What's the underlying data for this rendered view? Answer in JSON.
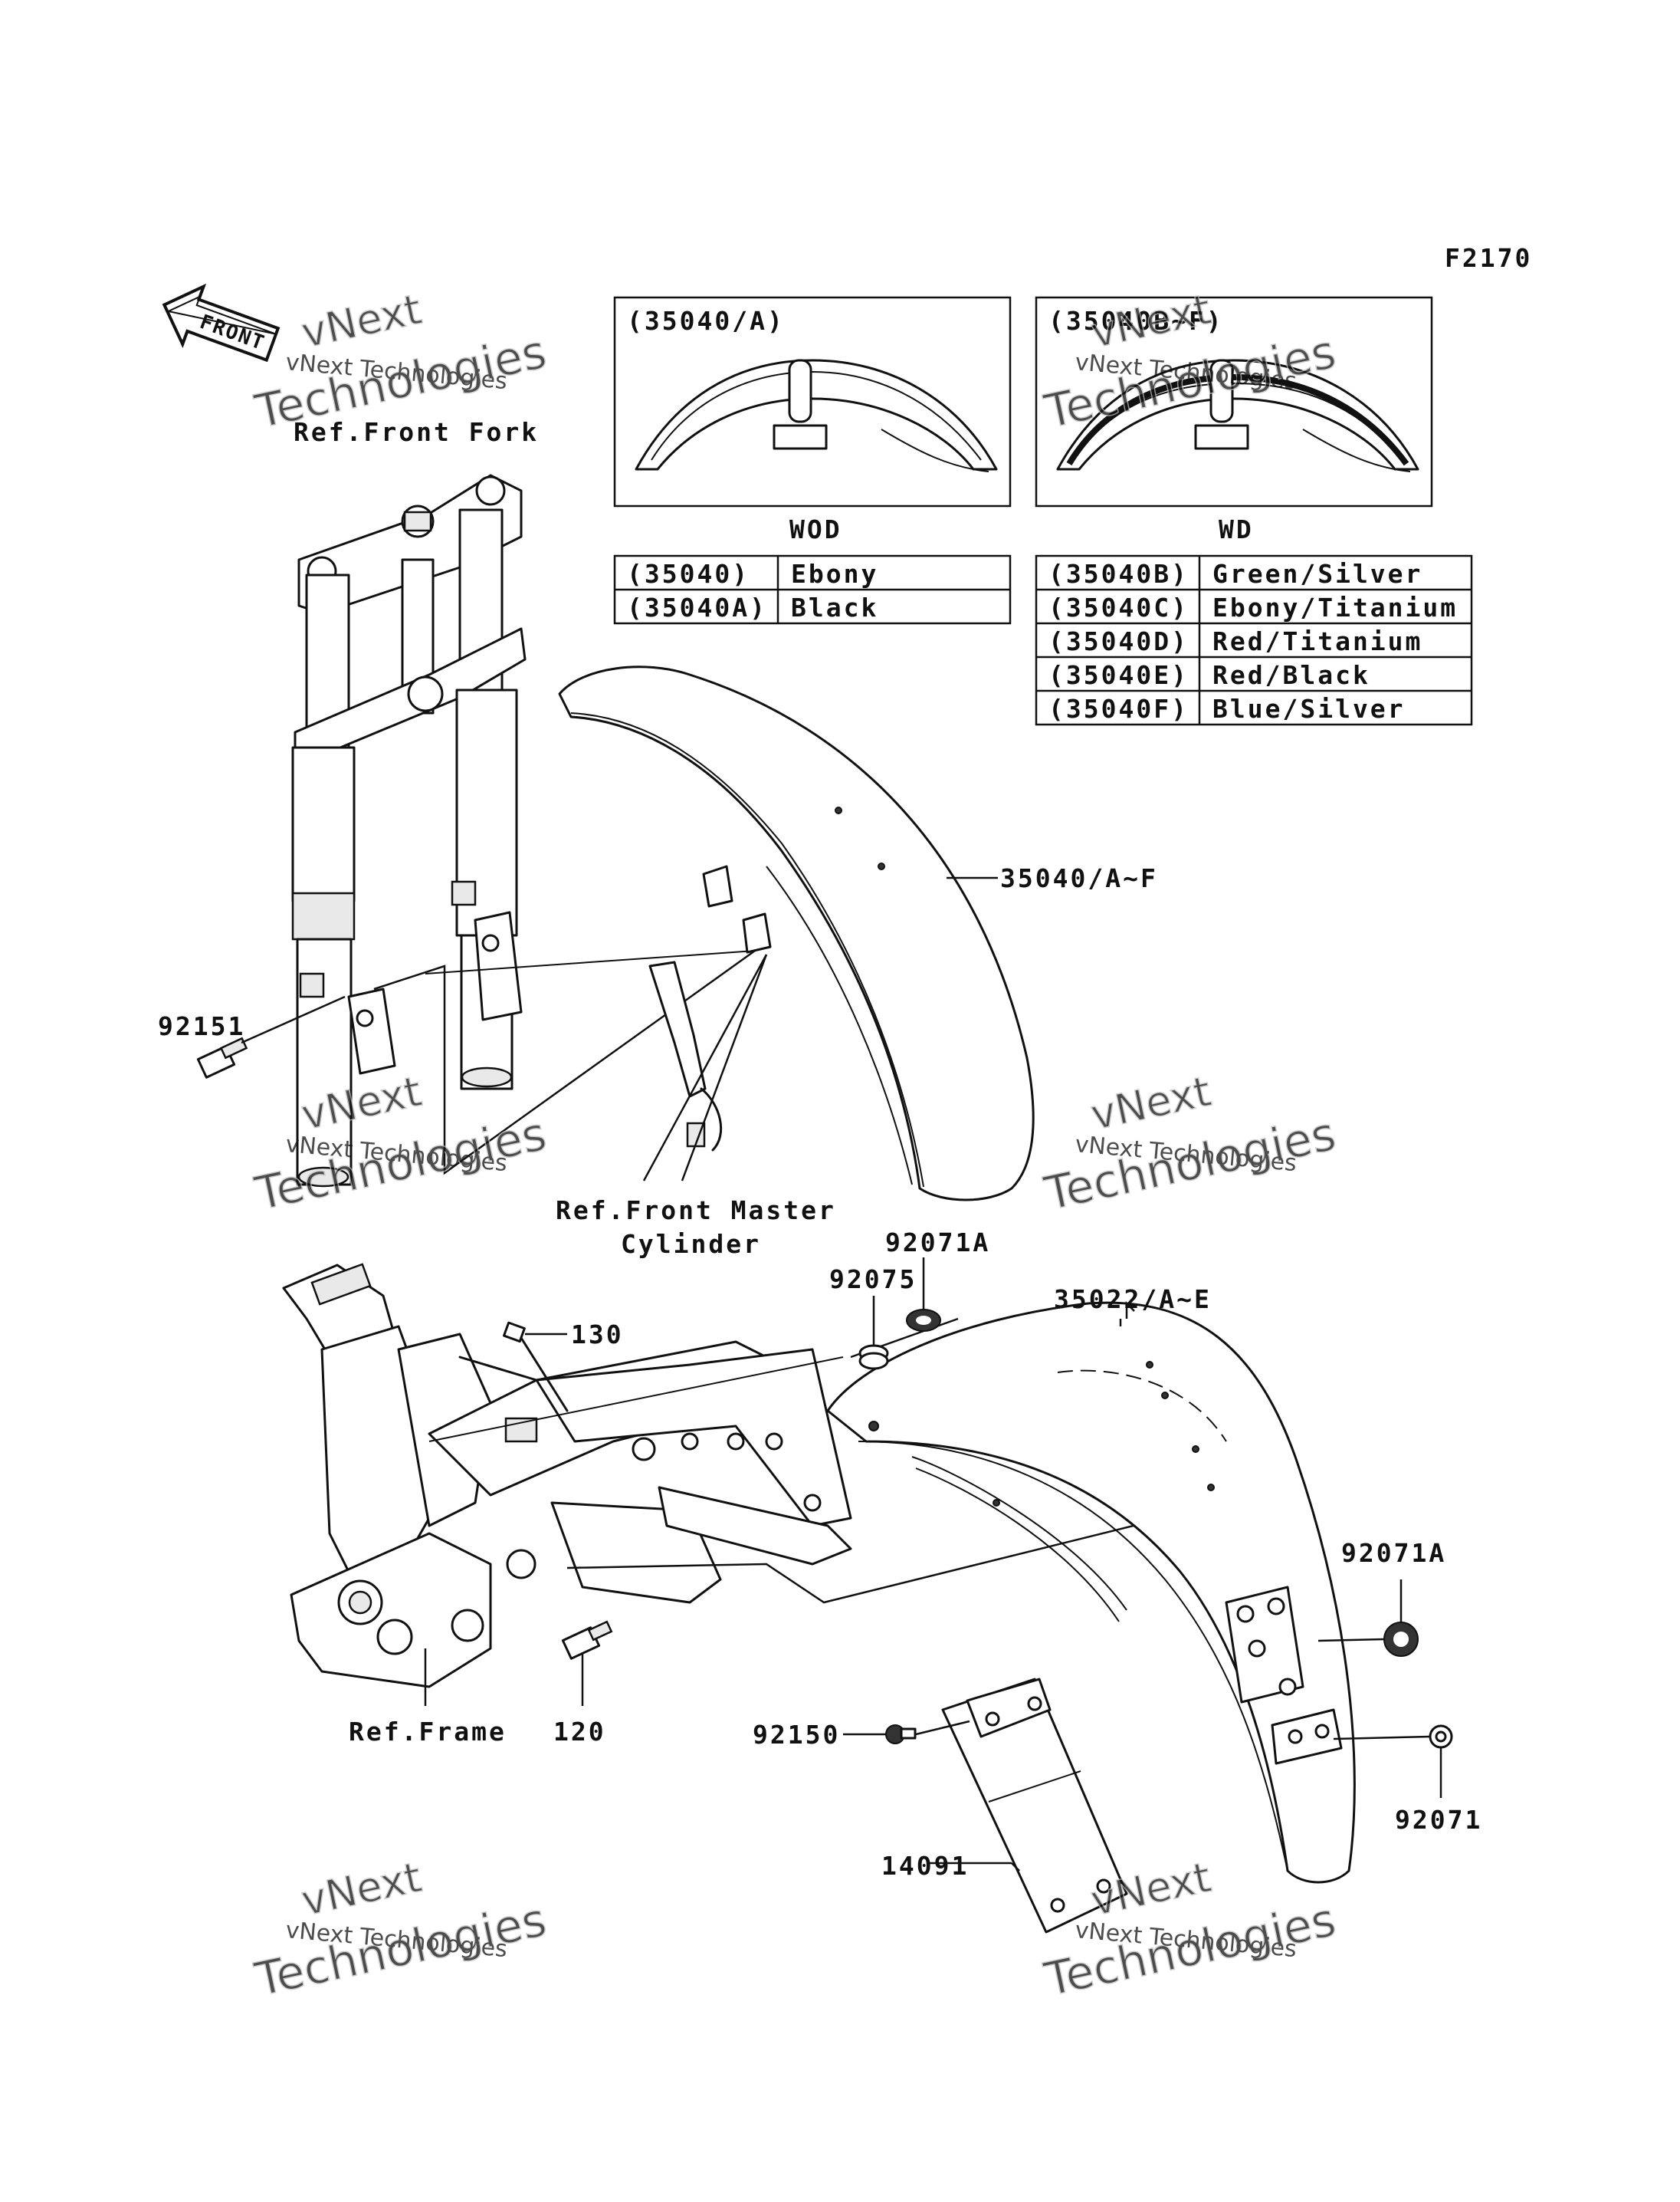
{
  "figure_code": "F2170",
  "front_arrow": {
    "label": "FRONT",
    "icon": "front-direction-arrow-icon"
  },
  "watermark": {
    "line1": "vNext",
    "line2": "Technologies",
    "caption": "vNext Technologies"
  },
  "callouts": {
    "ref_front_fork": "Ref.Front Fork",
    "p92151": "92151",
    "p35040": "35040/A~F",
    "ref_front_master_1": "Ref.Front Master",
    "ref_front_master_2": "Cylinder",
    "p92071A_top": "92071A",
    "p92075": "92075",
    "p35022": "35022/A~E",
    "p130": "130",
    "p92071A_right": "92071A",
    "ref_frame": "Ref.Frame",
    "p120": "120",
    "p92150": "92150",
    "p92071": "92071",
    "p14091": "14091"
  },
  "inset_wod": {
    "title": "(35040/A)",
    "caption": "WOD"
  },
  "inset_wd": {
    "title": "(35040B~F)",
    "caption": "WD"
  },
  "table_wod": {
    "rows": [
      {
        "code": "(35040)",
        "color": "Ebony"
      },
      {
        "code": "(35040A)",
        "color": "Black"
      }
    ]
  },
  "table_wd": {
    "rows": [
      {
        "code": "(35040B)",
        "color": "Green/Silver"
      },
      {
        "code": "(35040C)",
        "color": "Ebony/Titanium"
      },
      {
        "code": "(35040D)",
        "color": "Red/Titanium"
      },
      {
        "code": "(35040E)",
        "color": "Red/Black"
      },
      {
        "code": "(35040F)",
        "color": "Blue/Silver"
      }
    ]
  }
}
